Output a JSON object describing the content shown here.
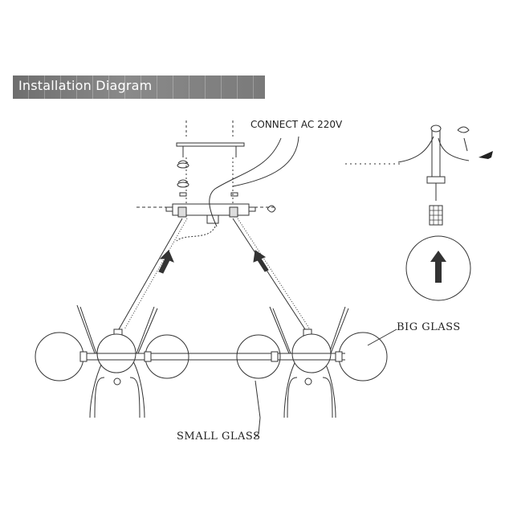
{
  "header": {
    "title": "Installation Diagram"
  },
  "labels": {
    "connect": "CONNECT AC 220V",
    "big_glass": "BIG GLASS",
    "small_glass": "SMALL GLASS"
  },
  "colors": {
    "header_bar": "#7a7a7a",
    "line": "#333333",
    "arrow": "#333333"
  }
}
